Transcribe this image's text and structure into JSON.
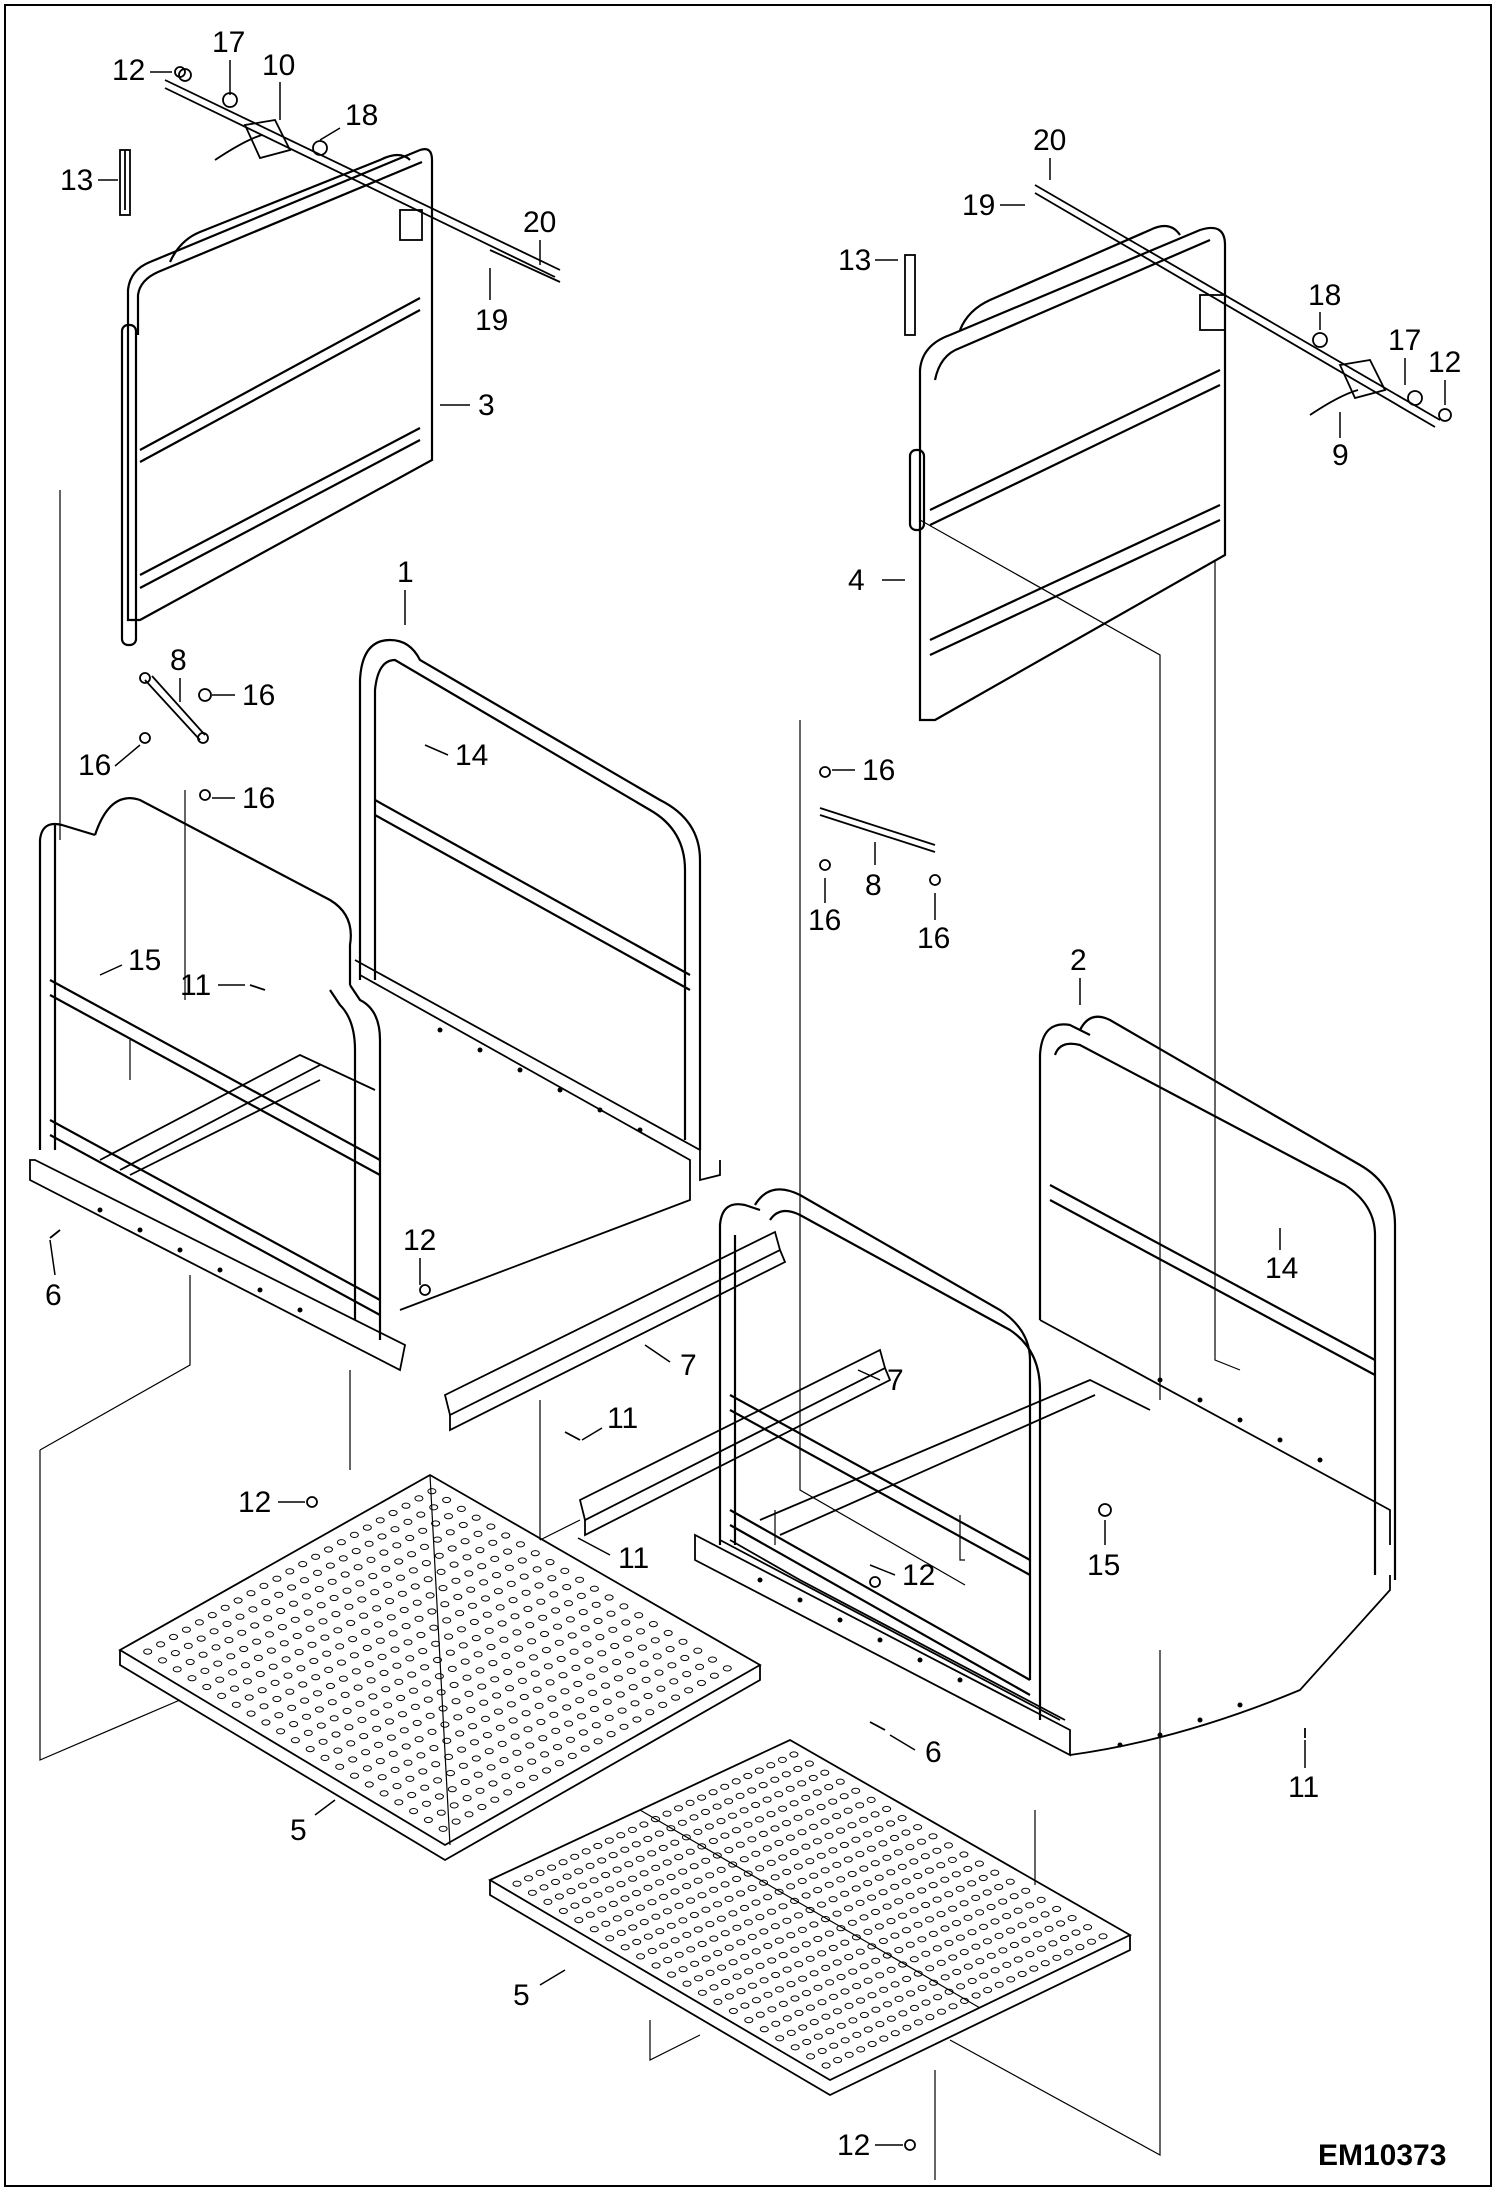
{
  "drawing_code": "EM10373",
  "callouts": [
    {
      "id": "c12a",
      "text": "12"
    },
    {
      "id": "c17a",
      "text": "17"
    },
    {
      "id": "c10",
      "text": "10"
    },
    {
      "id": "c18a",
      "text": "18"
    },
    {
      "id": "c13a",
      "text": "13"
    },
    {
      "id": "c20a",
      "text": "20"
    },
    {
      "id": "c19a",
      "text": "19"
    },
    {
      "id": "c3",
      "text": "3"
    },
    {
      "id": "c1",
      "text": "1"
    },
    {
      "id": "c8a",
      "text": "8"
    },
    {
      "id": "c16a",
      "text": "16"
    },
    {
      "id": "c14a",
      "text": "14"
    },
    {
      "id": "c16b",
      "text": "16"
    },
    {
      "id": "c16c",
      "text": "16"
    },
    {
      "id": "c15a",
      "text": "15"
    },
    {
      "id": "c11a",
      "text": "11"
    },
    {
      "id": "c6a",
      "text": "6"
    },
    {
      "id": "c12b",
      "text": "12"
    },
    {
      "id": "c7a",
      "text": "7"
    },
    {
      "id": "c11b",
      "text": "11"
    },
    {
      "id": "c12c",
      "text": "12"
    },
    {
      "id": "c11c",
      "text": "11"
    },
    {
      "id": "c5a",
      "text": "5"
    },
    {
      "id": "c20b",
      "text": "20"
    },
    {
      "id": "c19b",
      "text": "19"
    },
    {
      "id": "c13b",
      "text": "13"
    },
    {
      "id": "c18b",
      "text": "18"
    },
    {
      "id": "c17b",
      "text": "17"
    },
    {
      "id": "c12d",
      "text": "12"
    },
    {
      "id": "c9",
      "text": "9"
    },
    {
      "id": "c4",
      "text": "4"
    },
    {
      "id": "c16d",
      "text": "16"
    },
    {
      "id": "c8b",
      "text": "8"
    },
    {
      "id": "c16e",
      "text": "16"
    },
    {
      "id": "c16f",
      "text": "16"
    },
    {
      "id": "c2",
      "text": "2"
    },
    {
      "id": "c14b",
      "text": "14"
    },
    {
      "id": "c7b",
      "text": "7"
    },
    {
      "id": "c15b",
      "text": "15"
    },
    {
      "id": "c12e",
      "text": "12"
    },
    {
      "id": "c6b",
      "text": "6"
    },
    {
      "id": "c11d",
      "text": "11"
    },
    {
      "id": "c5b",
      "text": "5"
    },
    {
      "id": "c12f",
      "text": "12"
    }
  ],
  "colors": {
    "line": "#000000",
    "background": "#ffffff"
  }
}
